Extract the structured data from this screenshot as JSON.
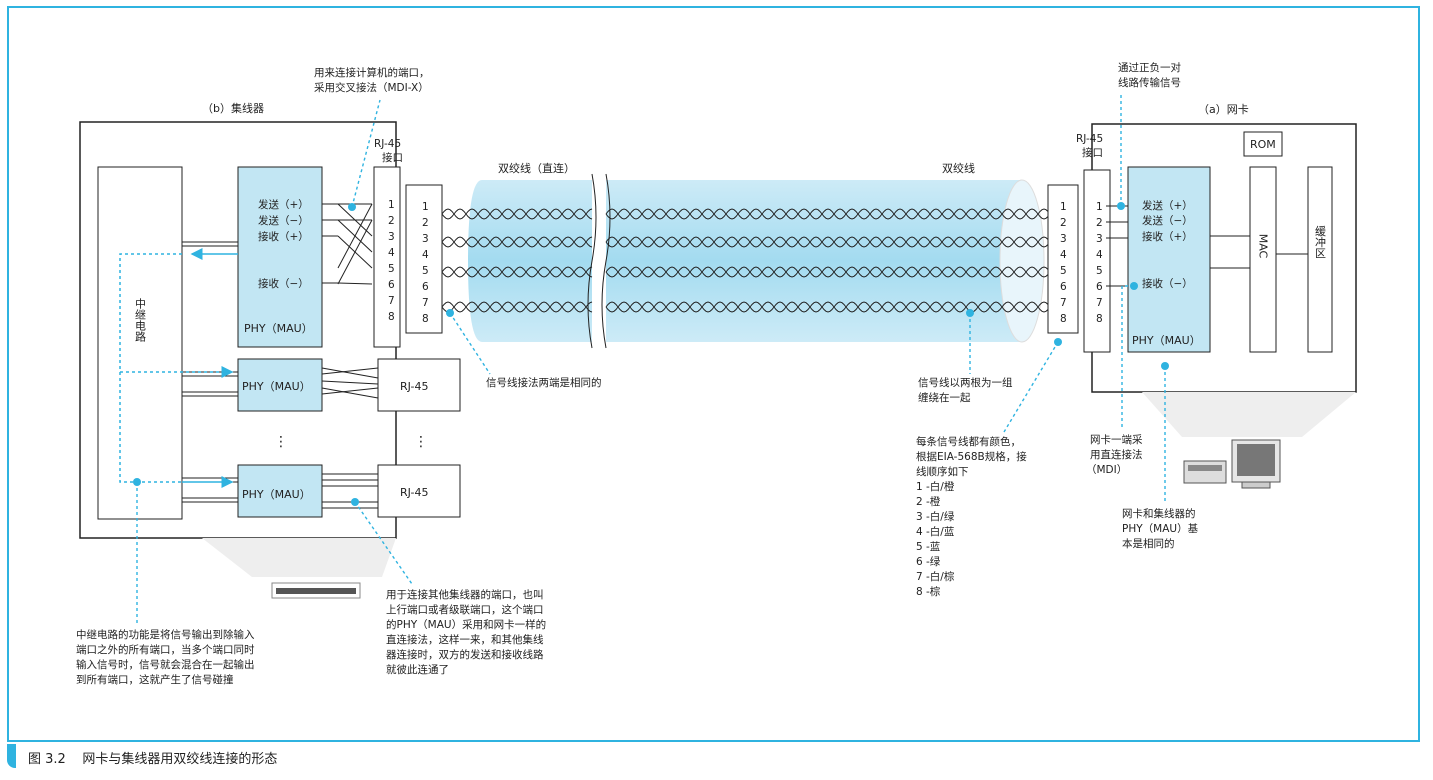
{
  "caption": {
    "number": "图 3.2",
    "title": "网卡与集线器用双绞线连接的形态"
  },
  "hub": {
    "title": "（b）集线器",
    "relay_label": "中继电路",
    "phy_label": "PHY（MAU）",
    "signals": [
      "发送（+）",
      "发送（−）",
      "接收（+）",
      "接收（−）"
    ],
    "rj45_label": "RJ-45",
    "rj45_port": "接口",
    "pins": [
      "1",
      "2",
      "3",
      "4",
      "5",
      "6",
      "7",
      "8"
    ],
    "dots": "⋮"
  },
  "nic": {
    "title": "（a）网卡",
    "phy_label": "PHY（MAU）",
    "signals": [
      "发送（+）",
      "发送（−）",
      "接收（+）",
      "接收（−）"
    ],
    "rom": "ROM",
    "mac": "MAC",
    "buffer": "缓冲区",
    "rj45_label": "RJ-45",
    "rj45_port": "接口",
    "pins": [
      "1",
      "2",
      "3",
      "4",
      "5",
      "6",
      "7",
      "8"
    ]
  },
  "cable": {
    "label_left": "双绞线（直连）",
    "label_right": "双绞线",
    "pins": [
      "1",
      "2",
      "3",
      "4",
      "5",
      "6",
      "7",
      "8"
    ]
  },
  "notes": {
    "mdix": [
      "用来连接计算机的端口，",
      "采用交叉接法（MDI-X）"
    ],
    "signal_pair": [
      "通过正负一对",
      "线路传输信号"
    ],
    "same_ends": "信号线接法两端是相同的",
    "twist": [
      "信号线以两根为一组",
      "缠绕在一起"
    ],
    "colors": [
      "每条信号线都有颜色，",
      "根据EIA-568B规格，接",
      "线顺序如下"
    ],
    "color_list": [
      "1 -白/橙",
      "2 -橙",
      "3 -白/绿",
      "4 -白/蓝",
      "5 -蓝",
      "6 -绿",
      "7 -白/棕",
      "8 -棕"
    ],
    "nic_mdi": [
      "网卡一端采",
      "用直连接法",
      "（MDI）"
    ],
    "phy_same": [
      "网卡和集线器的",
      "PHY（MAU）基",
      "本是相同的"
    ],
    "relay": [
      "中继电路的功能是将信号输出到除输入",
      "端口之外的所有端口，当多个端口同时",
      "输入信号时，信号就会混合在一起输出",
      "到所有端口，这就产生了信号碰撞"
    ],
    "uplink": [
      "用于连接其他集线器的端口，也叫",
      "上行端口或者级联端口，这个端口",
      "的PHY（MAU）采用和网卡一样的",
      "直连接法，这样一来，和其他集线",
      "器连接时，双方的发送和接收线路",
      "就彼此连通了"
    ]
  },
  "colors": {
    "accent": "#2fb3e0",
    "phy_fill": "#c2e6f3",
    "cable_fill": "#a9ddf0",
    "line": "#222222"
  }
}
